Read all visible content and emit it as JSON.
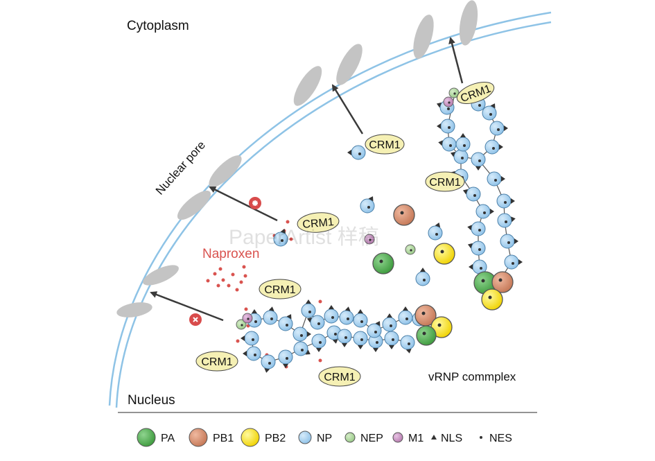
{
  "labels": {
    "cytoplasm": "Cytoplasm",
    "nuclear_pore": "Nuclear pore",
    "naproxen": "Naproxen",
    "nucleus": "Nucleus",
    "vrnp": "vRNP commplex",
    "crm1": "CRM1",
    "watermark": "PaperArtist 样稿"
  },
  "legend": [
    {
      "key": "pa",
      "label": "PA",
      "color": "#4aaa4a"
    },
    {
      "key": "pb1",
      "label": "PB1",
      "color": "#d4896a"
    },
    {
      "key": "pb2",
      "label": "PB2",
      "color": "#f5e01c"
    },
    {
      "key": "np",
      "label": "NP",
      "color": "#9ccbec"
    },
    {
      "key": "nep",
      "label": "NEP",
      "color": "#a9d49a"
    },
    {
      "key": "m1",
      "label": "M1",
      "color": "#c58cbf"
    },
    {
      "key": "nls",
      "label": "NLS",
      "symbol": "triangle"
    },
    {
      "key": "nes",
      "label": "NES",
      "symbol": "dot"
    }
  ],
  "colors": {
    "membrane": "#8ec3e6",
    "pore": "#c4c4c4",
    "arrow": "#3a3a3a",
    "crm1_fill": "#f5f0b4",
    "naproxen_text": "#d9534f",
    "naproxen_dot": "#d9534f",
    "inhibitor": "#d84b4b"
  }
}
